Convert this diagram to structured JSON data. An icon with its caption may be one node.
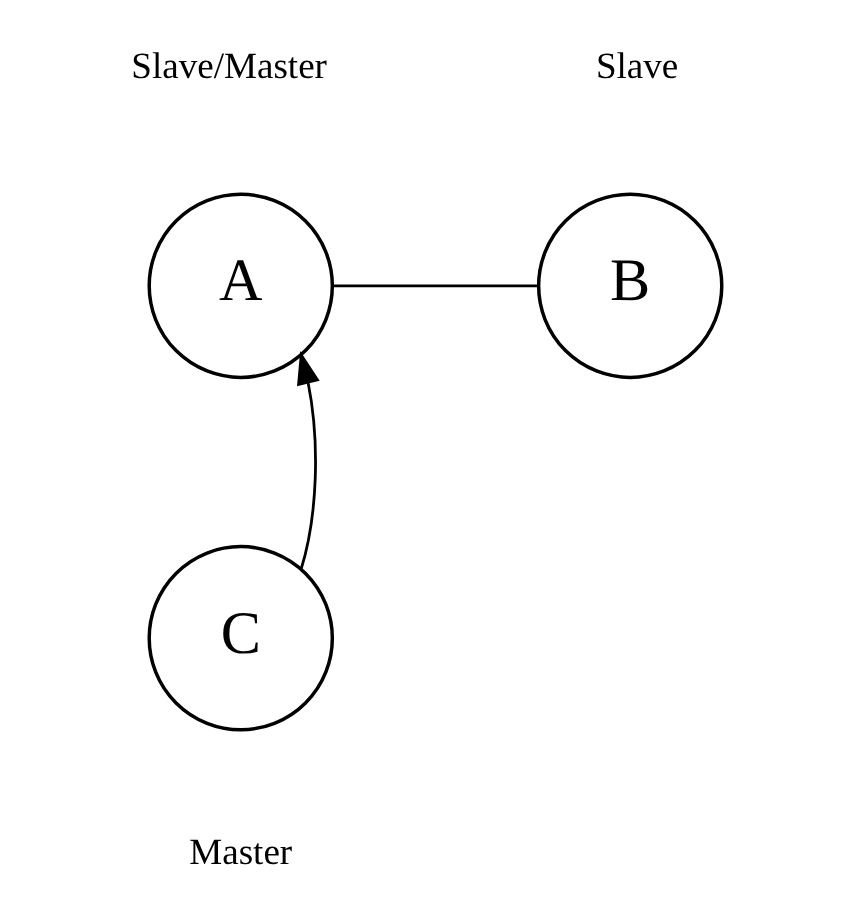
{
  "diagram": {
    "nodes": [
      {
        "text": [
          "A"
        ],
        "beside": [
          "Slave/Master"
        ]
      },
      {
        "text": [
          "B"
        ],
        "beside": [
          "Slave"
        ]
      },
      {
        "text": [
          "C"
        ],
        "beside": [
          "Master"
        ]
      }
    ],
    "edges": [
      {
        "from": 0,
        "to": 1,
        "arrow": "none"
      },
      {
        "from": 2,
        "to": 0,
        "arrow": "to"
      }
    ]
  }
}
